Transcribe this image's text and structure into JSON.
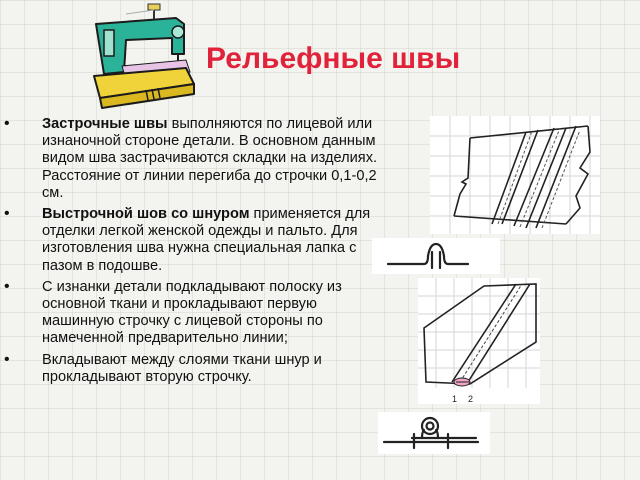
{
  "title": "Рельефные швы",
  "bullets": [
    {
      "bold": "Застрочные швы ",
      "text": " выполняются по лицевой или изнаночной стороне детали. В основном данным видом шва застрачиваются складки на изделиях. Расстояние от линии перегиба до строчки 0,1-0,2 см."
    },
    {
      "bold": "Выстрочной шов со шнуром",
      "text": " применяется для отделки легкой женской одежды и пальто. Для изготовления шва нужна специальная лапка с пазом в подошве."
    },
    {
      "bold": "",
      "text": "С изнанки детали подкладывают полоску из основной ткани и прокладывают первую машинную строчку с лицевой стороны по намеченной предварительно линии;"
    },
    {
      "bold": "",
      "text": "Вкладывают между слоями ткани шнур и прокладывают вторую строчку."
    }
  ],
  "figure_labels": {
    "one": "1",
    "two": "2"
  },
  "icons": {
    "logo": "sewing-machine-icon"
  },
  "colors": {
    "title": "#e0233a",
    "machine_body": "#2bb39a",
    "machine_base": "#f0d23a"
  }
}
